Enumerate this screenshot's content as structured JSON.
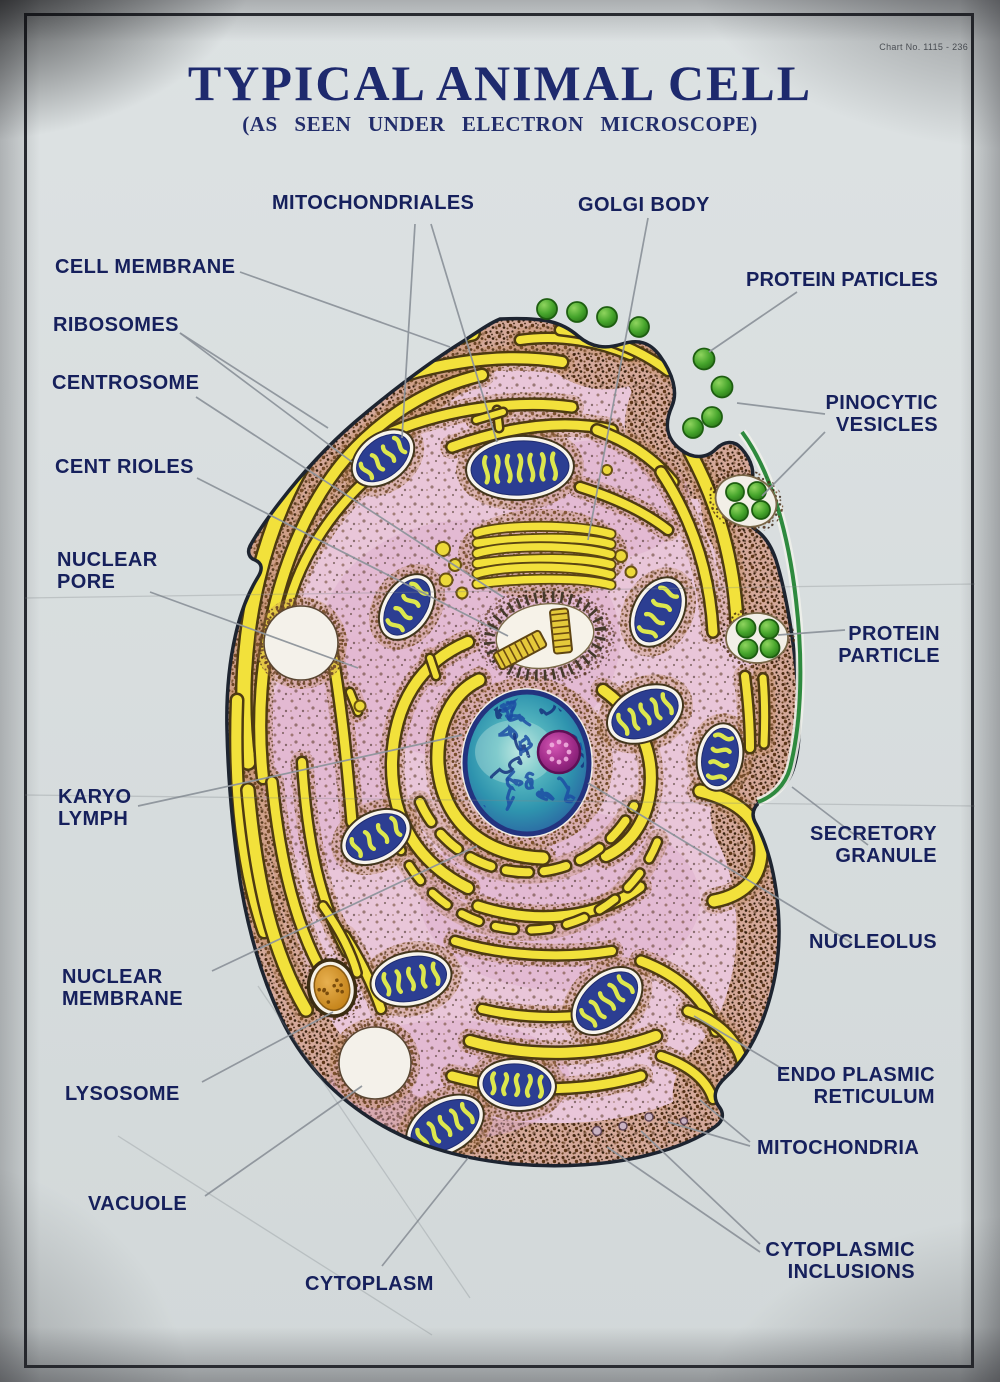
{
  "meta": {
    "chart_no": "Chart No. 1115 - 236"
  },
  "header": {
    "title": "TYPICAL ANIMAL CELL",
    "subtitle": "(AS SEEN UNDER ELECTRON MICROSCOPE)"
  },
  "labels": [
    {
      "id": "mitochondriales",
      "text": "MITOCHONDRIALES"
    },
    {
      "id": "golgi-body",
      "text": "GOLGI  BODY"
    },
    {
      "id": "cell-membrane",
      "text": "CELL MEMBRANE"
    },
    {
      "id": "protein-paticles",
      "text": "PROTEIN PATICLES"
    },
    {
      "id": "ribosomes",
      "text": "RIBOSOMES"
    },
    {
      "id": "centrosome",
      "text": "CENTROSOME"
    },
    {
      "id": "pinocytic-vesicles",
      "text": "PINOCYTIC\nVESICLES"
    },
    {
      "id": "cent-rioles",
      "text": "CENT RIOLES"
    },
    {
      "id": "nuclear-pore",
      "text": "NUCLEAR\nPORE"
    },
    {
      "id": "protein-particle",
      "text": "PROTEIN\nPARTICLE"
    },
    {
      "id": "karyo-lymph",
      "text": "KARYO\nLYMPH"
    },
    {
      "id": "secretory-granule",
      "text": "SECRETORY\nGRANULE"
    },
    {
      "id": "nucleolus",
      "text": "NUCLEOLUS"
    },
    {
      "id": "nuclear-membrane",
      "text": "NUCLEAR\nMEMBRANE"
    },
    {
      "id": "lysosome",
      "text": "LYSOSOME"
    },
    {
      "id": "endo-plasmic-reticulum",
      "text": "ENDO PLASMIC\nRETICULUM"
    },
    {
      "id": "mitochondria",
      "text": "MITOCHONDRIA"
    },
    {
      "id": "vacuole",
      "text": "VACUOLE"
    },
    {
      "id": "cytoplasmic-inclusions",
      "text": "CYTOPLASMIC\nINCLUSIONS"
    },
    {
      "id": "cytoplasm",
      "text": "CYTOPLASM"
    }
  ],
  "colors": {
    "ink_navy": "#16205c",
    "title_navy": "#1e2a6e",
    "leader_gray": "#8d939b",
    "cell_pink": "#e9c6d9",
    "er_yellow": "#f2e13b",
    "mitochondrion_blue": "#2c3e92",
    "nucleus_teal": "#2f9fb5",
    "nucleolus_magenta": "#a12d8a",
    "vesicle_green": "#46a52c",
    "lysosome_orange": "#cf8c1e",
    "paper_gray": "#d7dcdd"
  }
}
